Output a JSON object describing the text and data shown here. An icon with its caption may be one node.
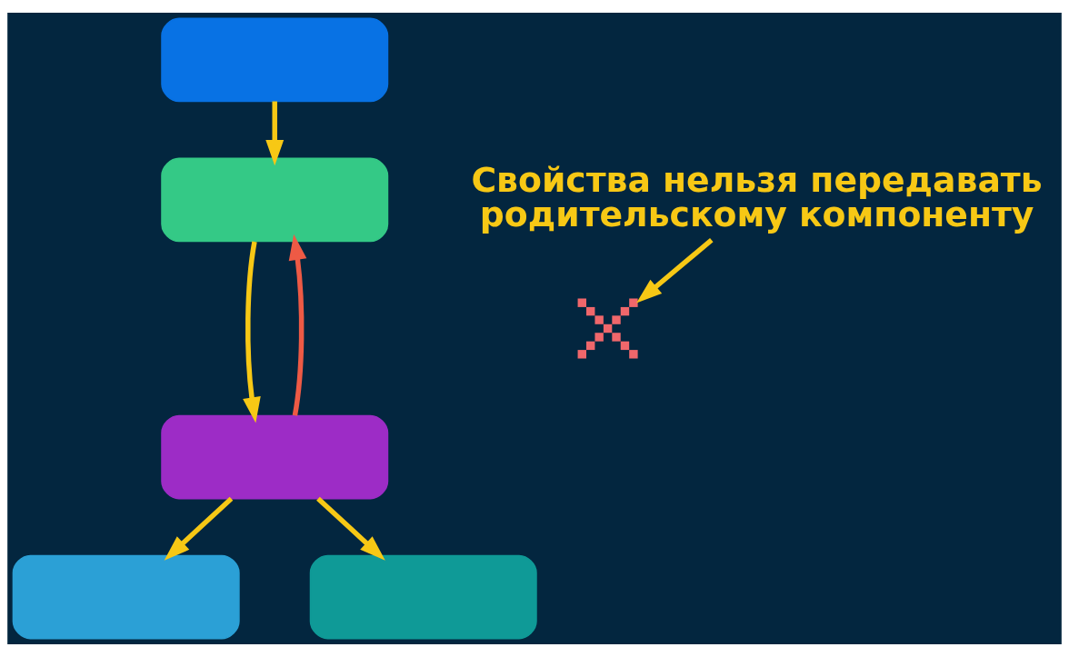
{
  "diagram": {
    "nodes": [
      {
        "text": [],
        "shape": "box"
      },
      {
        "text": [
          "Свойства нельзя передавать родительскому компоненту"
        ]
      },
      {
        "text": [],
        "shape": "box"
      },
      {
        "text": [],
        "shape": "cross"
      },
      {
        "text": [],
        "shape": "box"
      },
      {
        "text": [],
        "shape": "box"
      },
      {
        "text": [],
        "shape": "box"
      }
    ],
    "edges": [
      {
        "from": 0,
        "to": 2,
        "arrow": "to"
      },
      {
        "from": 2,
        "to": 4,
        "arrow": "to"
      },
      {
        "from": 4,
        "to": 2,
        "arrow": "to",
        "color": "#ee5a45"
      },
      {
        "from": 1,
        "to": 3,
        "arrow": "to"
      },
      {
        "from": 4,
        "to": 5,
        "arrow": "to"
      },
      {
        "from": 4,
        "to": 6,
        "arrow": "to"
      }
    ]
  }
}
